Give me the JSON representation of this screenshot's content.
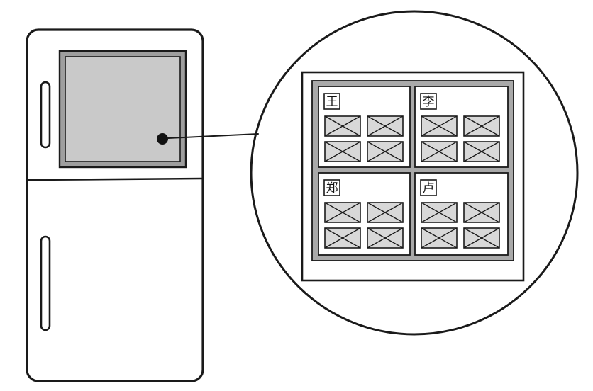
{
  "diagram": {
    "palette": {
      "ink": "#1a1a1a",
      "screen_fill": "#c9c9c9",
      "panel_fill": "#ffffff",
      "thumb_fill": "#d8d8d8"
    },
    "fridge": {
      "has_screen": true,
      "callout_dot": true
    },
    "zoom_view": {
      "profiles": [
        {
          "name": "王",
          "photo_count": 4
        },
        {
          "name": "李",
          "photo_count": 4
        },
        {
          "name": "郑",
          "photo_count": 4
        },
        {
          "name": "卢",
          "photo_count": 4
        }
      ]
    }
  }
}
